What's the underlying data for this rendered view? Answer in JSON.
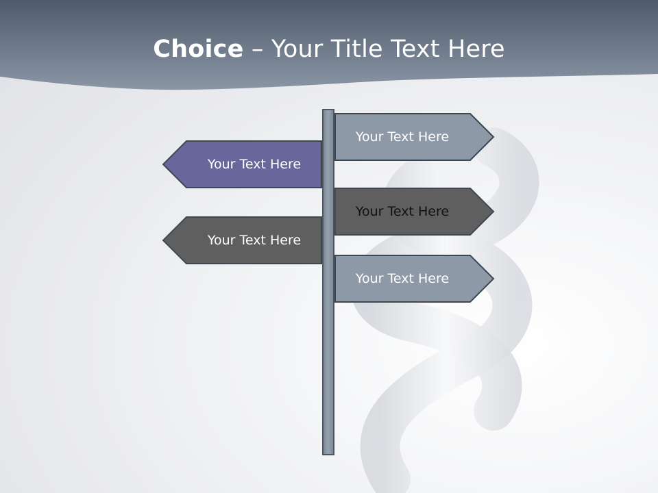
{
  "title": {
    "bold": "Choice",
    "rest": " – Your Title Text Here"
  },
  "signs": [
    {
      "label": "Your Text Here",
      "direction": "right",
      "fill": "#8d99a6",
      "text_color": "#ffffff"
    },
    {
      "label": "Your Text Here",
      "direction": "left",
      "fill": "#67679c",
      "text_color": "#ffffff"
    },
    {
      "label": "Your Text Here",
      "direction": "right",
      "fill": "#5f5f5f",
      "text_color": "#111111"
    },
    {
      "label": "Your Text Here",
      "direction": "left",
      "fill": "#5f5f5f",
      "text_color": "#ffffff"
    },
    {
      "label": "Your Text Here",
      "direction": "right",
      "fill": "#8d99a6",
      "text_color": "#ffffff"
    }
  ],
  "colors": {
    "header_top": "#4f5b6c",
    "header_bottom": "#8a96a4",
    "sign_border": "#3e4650"
  }
}
